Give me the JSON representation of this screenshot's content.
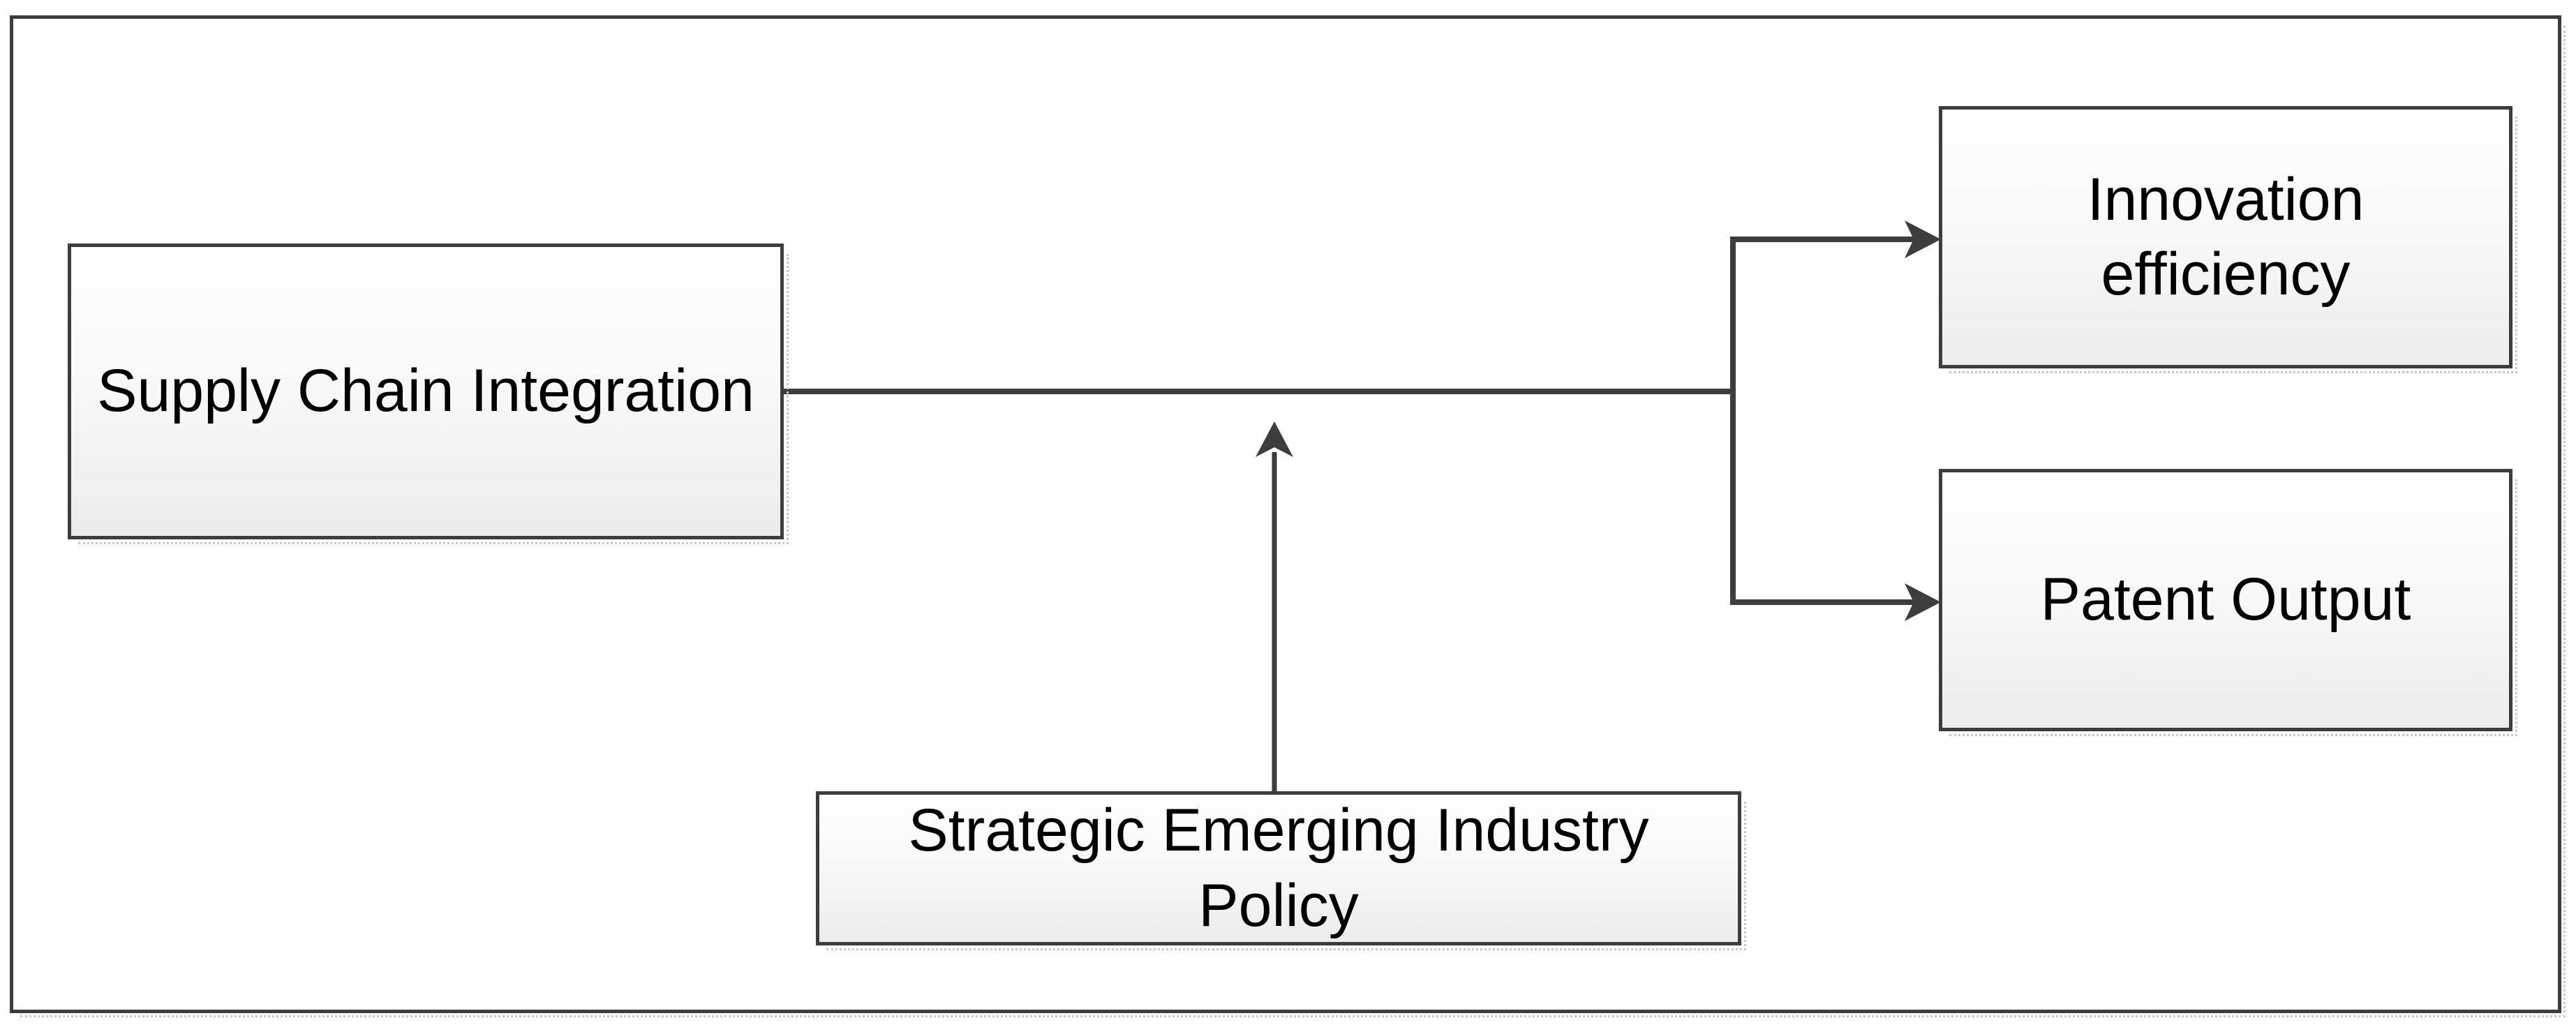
{
  "diagram": {
    "nodes": {
      "supply": {
        "label": "Supply Chain Integration",
        "lines": [
          "Supply Chain Integration"
        ]
      },
      "innovation": {
        "label": "Innovation efficiency",
        "lines": [
          "Innovation",
          "efficiency"
        ]
      },
      "patent": {
        "label": "Patent Output",
        "lines": [
          "Patent Output"
        ]
      },
      "policy": {
        "label": "Strategic Emerging Industry Policy",
        "lines": [
          "Strategic Emerging Industry",
          "Policy"
        ]
      }
    },
    "edges": [
      {
        "from": "Supply Chain Integration",
        "to": "Innovation efficiency",
        "style": "solid-arrow"
      },
      {
        "from": "Supply Chain Integration",
        "to": "Patent Output",
        "style": "solid-arrow"
      },
      {
        "from": "Strategic Emerging Industry Policy",
        "to": "Supply Chain Integration path",
        "style": "solid-arrow-up-moderation"
      }
    ],
    "colors": {
      "line": "#3d3d3d",
      "box_border": "#3d3d3d",
      "box_fill_top": "#ffffff",
      "box_fill_bottom": "#ececec",
      "shadow_dots": "#c9c9c9",
      "text": "#000000",
      "background": "#ffffff"
    }
  }
}
